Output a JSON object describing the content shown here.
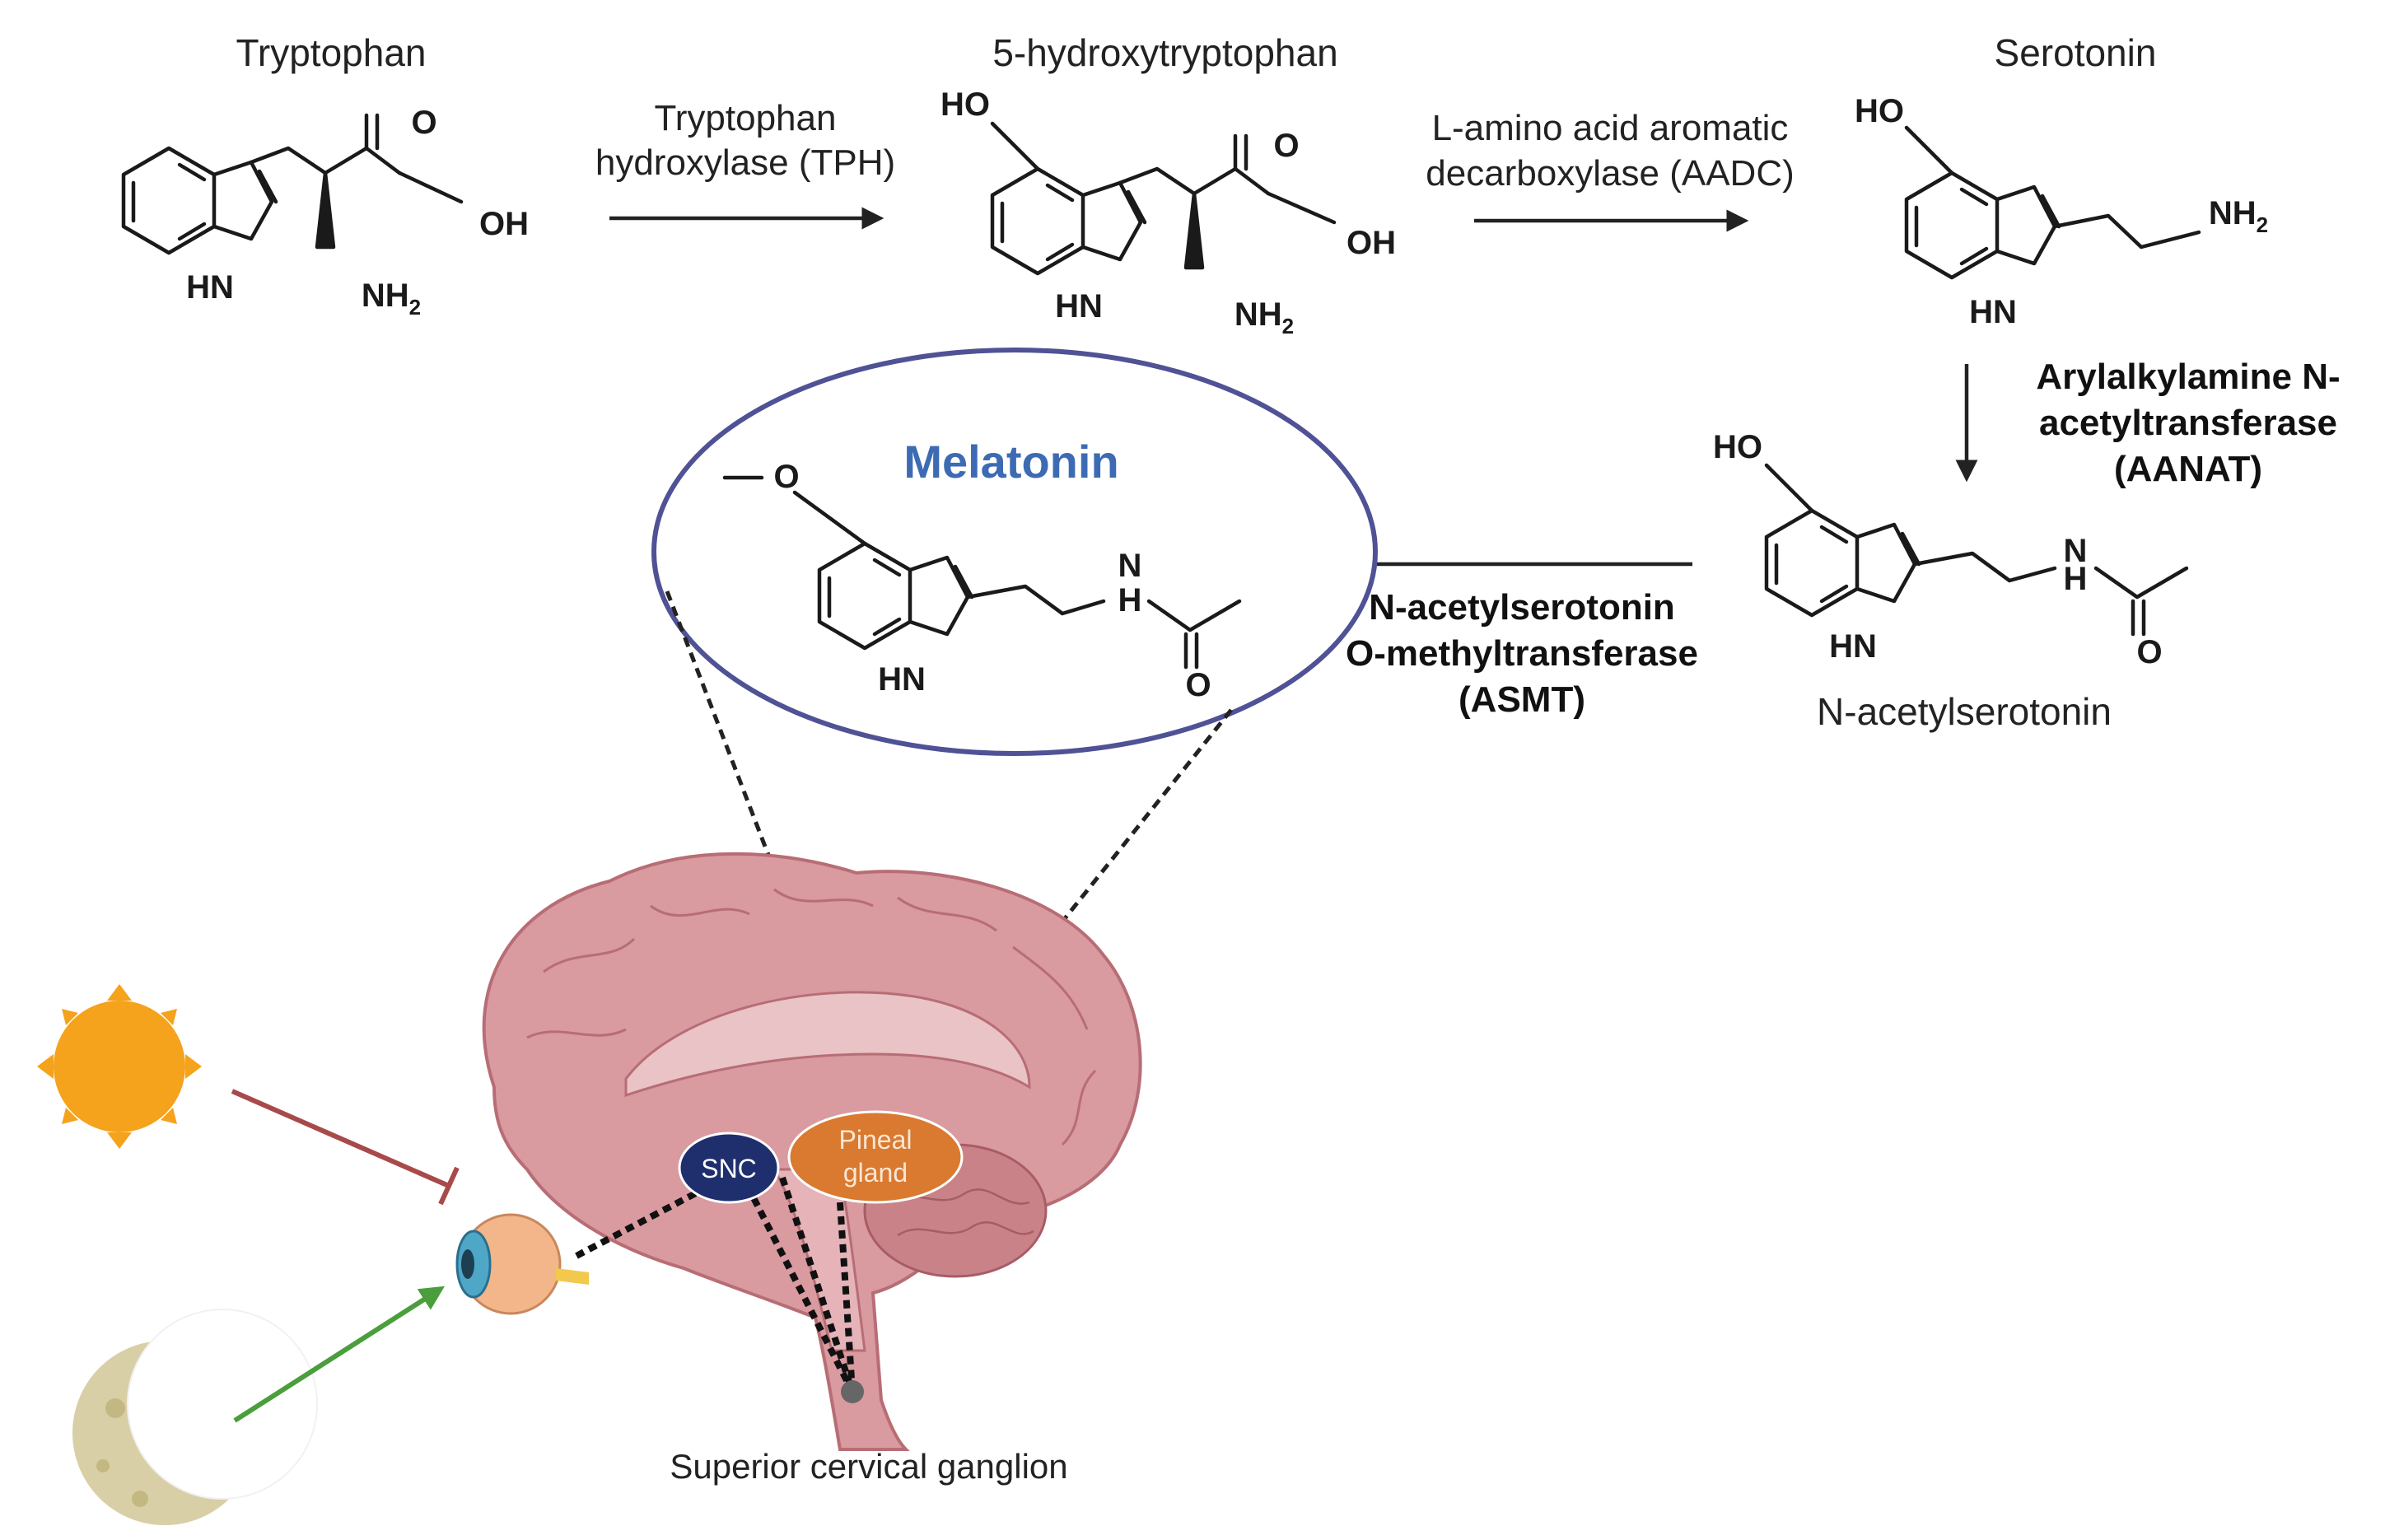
{
  "molecules": {
    "tryptophan": "Tryptophan",
    "hydroxytryptophan": "5-hydroxytryptophan",
    "serotonin": "Serotonin",
    "n_acetylserotonin": "N-acetylserotonin",
    "melatonin": "Melatonin"
  },
  "enzymes": {
    "tph": [
      "Tryptophan",
      "hydroxylase (TPH)"
    ],
    "aadc": [
      "L-amino acid aromatic",
      "decarboxylase (AADC)"
    ],
    "aanat": [
      "Arylalkylamine N-",
      "acetyltransferase",
      "(AANAT)"
    ],
    "asmt": [
      "N-acetylserotonin",
      "O-methyltransferase",
      "(ASMT)"
    ]
  },
  "atoms": {
    "o": "O",
    "oh": "OH",
    "ho": "HO",
    "hn": "HN",
    "nh2": "NH",
    "sub2": "2",
    "n": "N",
    "h": "H"
  },
  "brain": {
    "snc": "SNC",
    "pineal": [
      "Pineal",
      "gland"
    ],
    "ganglion": "Superior cervical ganglion"
  },
  "colors": {
    "melatonin_title": "#3d6bb3",
    "ellipse_stroke": "#4f5295",
    "brain_fill": "#d99aa0",
    "brain_stroke": "#b86d75",
    "snc_fill": "#1f2f6e",
    "pineal_fill": "#d97a30",
    "sun": "#f5a21c",
    "inhibit_line": "#a84a4a",
    "activate_line": "#4a9e3c",
    "moon": "#d9cfa6"
  }
}
